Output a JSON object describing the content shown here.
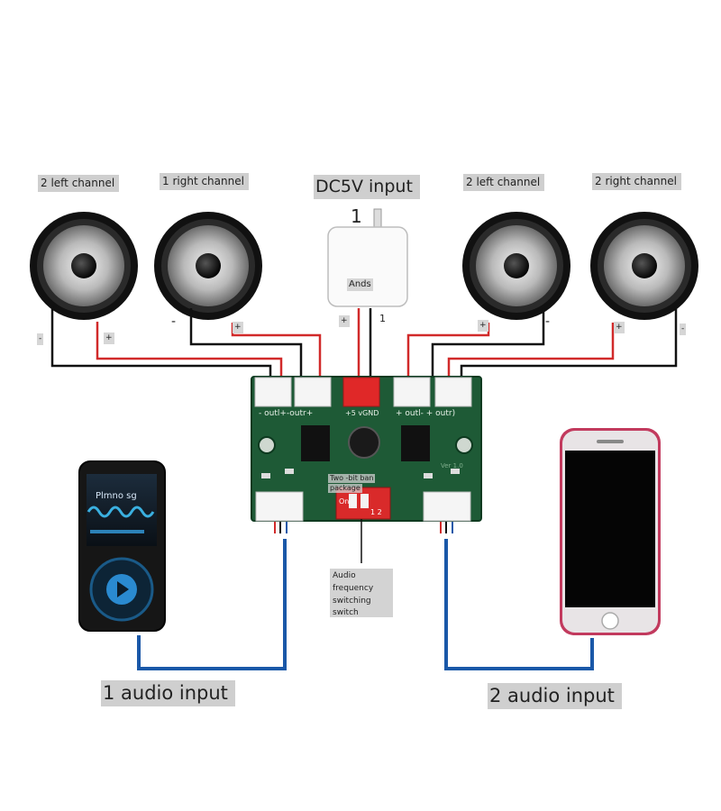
{
  "labels": {
    "spk1": "2 left channel",
    "spk2": "1 right channel",
    "power": "DC5V input",
    "spk3": "2 left channel",
    "spk4": "2 right channel",
    "adapter_pin": "1",
    "adapter_brand": "Ands",
    "audio1": "1 audio input",
    "audio2": "2 audio input",
    "switch_note": [
      "Audio",
      "frequency",
      "switching",
      "switch"
    ]
  },
  "polarity": {
    "s1_minus": "-",
    "s1_plus": "+",
    "s2_minus": "-",
    "s2_plus": "+",
    "pwr_plus": "+",
    "pwr_one": "1",
    "s3_plus": "+",
    "s3_minus": "-",
    "s4_plus": "+",
    "s4_minus": "-"
  },
  "board": {
    "left_conn_label": "- outl+-outr+",
    "power_conn_label": "+5 vGND",
    "right_conn_label": "+ outl- + outr)",
    "dip_label": [
      "Two -bit ban",
      "package"
    ],
    "dip_on": "On",
    "dip_nums": "1 2",
    "version": "Ver 1.0"
  },
  "player": {
    "screen_text": "Plmno sg"
  },
  "colors": {
    "board": "#1e5a36",
    "wire_red": "#d12a2a",
    "wire_black": "#111111",
    "wire_blue": "#1a58a8",
    "phone_frame": "#c23a5e",
    "label_bg": "#cfcfcf"
  }
}
